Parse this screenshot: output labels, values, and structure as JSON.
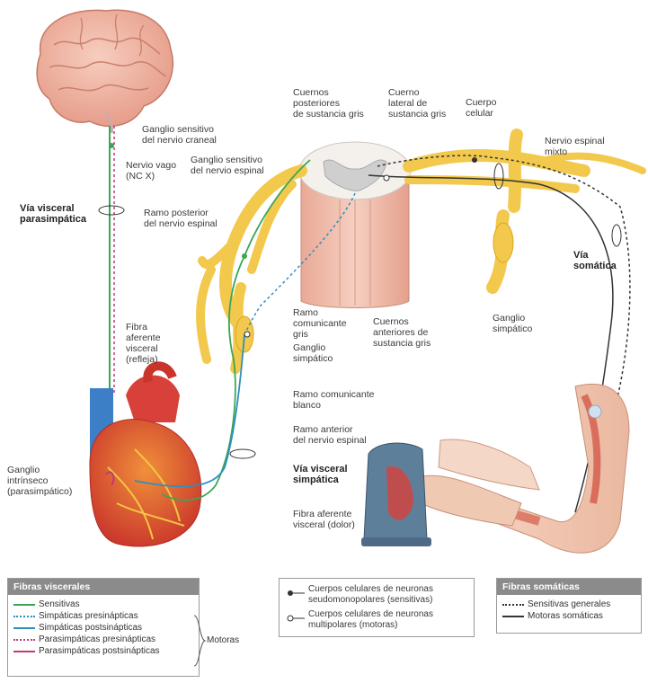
{
  "labels": {
    "ganglio_craneal": [
      "Ganglio sensitivo",
      "del nervio craneal"
    ],
    "nervio_vago": [
      "Nervio vago",
      "(NC X)"
    ],
    "via_parasimpatica": [
      "Vía visceral",
      "parasimpática"
    ],
    "ganglio_espinal": [
      "Ganglio sensitivo",
      "del nervio espinal"
    ],
    "ramo_posterior": [
      "Ramo posterior",
      "del nervio espinal"
    ],
    "cuernos_posteriores": [
      "Cuernos",
      "posteriores",
      "de sustancia gris"
    ],
    "cuerno_lateral": [
      "Cuerno",
      "lateral de",
      "sustancia gris"
    ],
    "cuerpo_celular": [
      "Cuerpo",
      "celular"
    ],
    "nervio_mixto": [
      "Nervio espinal",
      "mixto"
    ],
    "via_somatica": [
      "Vía",
      "somática"
    ],
    "ramo_gris": [
      "Ramo",
      "comunicante",
      "gris"
    ],
    "cuernos_anteriores": [
      "Cuernos",
      "anteriores de",
      "sustancia gris"
    ],
    "ganglio_simpatico_centro": [
      "Ganglio",
      "simpático"
    ],
    "ganglio_simpatico_der": [
      "Ganglio",
      "simpático"
    ],
    "fibra_refleja": [
      "Fibra",
      "aferente",
      "visceral",
      "(refleja)"
    ],
    "ramo_blanco": [
      "Ramo comunicante",
      "blanco"
    ],
    "ramo_anterior": [
      "Ramo anterior",
      "del nervio espinal"
    ],
    "via_simpatica": [
      "Vía visceral",
      "simpática"
    ],
    "ganglio_intrinseco": [
      "Ganglio",
      "intrínseco",
      "(parasimpático)"
    ],
    "fibra_dolor": [
      "Fibra aferente",
      "visceral (dolor)"
    ]
  },
  "legend_visceral": {
    "title": "Fibras viscerales",
    "items": [
      {
        "label": "Sensitivas",
        "color": "#3aa655",
        "style": "solid"
      },
      {
        "label": "Simpáticas presinápticas",
        "color": "#2e8fbf",
        "style": "dotted"
      },
      {
        "label": "Simpáticas postsinápticas",
        "color": "#2e8fbf",
        "style": "solid"
      },
      {
        "label": "Parasimpáticas presinápticas",
        "color": "#c0397b",
        "style": "dotted"
      },
      {
        "label": "Parasimpáticas postsinápticas",
        "color": "#c0397b",
        "style": "solid"
      }
    ],
    "motoras": "Motoras"
  },
  "legend_cells": {
    "items": [
      {
        "label": [
          "Cuerpos celulares de neuronas",
          "seudomonopolares (sensitivas)"
        ],
        "marker": "filled"
      },
      {
        "label": [
          "Cuerpos celulares de neuronas",
          "multipolares (motoras)"
        ],
        "marker": "open"
      }
    ]
  },
  "legend_somatic": {
    "title": "Fibras somáticas",
    "items": [
      {
        "label": "Sensitivas generales",
        "color": "#333333",
        "style": "dotted"
      },
      {
        "label": "Motoras somáticas",
        "color": "#333333",
        "style": "solid"
      }
    ]
  },
  "colors": {
    "nerve_yellow": "#f2c94c",
    "nerve_yellow_dark": "#d9a520",
    "brain_pink": "#f1b3a3",
    "cord_pink": "#f3c0b0",
    "gray_matter": "#cfcfcf",
    "heart_red": "#d8413a",
    "vessel_blue": "#3c7fc6",
    "sensory_green": "#3aa655",
    "symp_blue": "#2e8fbf"
  }
}
